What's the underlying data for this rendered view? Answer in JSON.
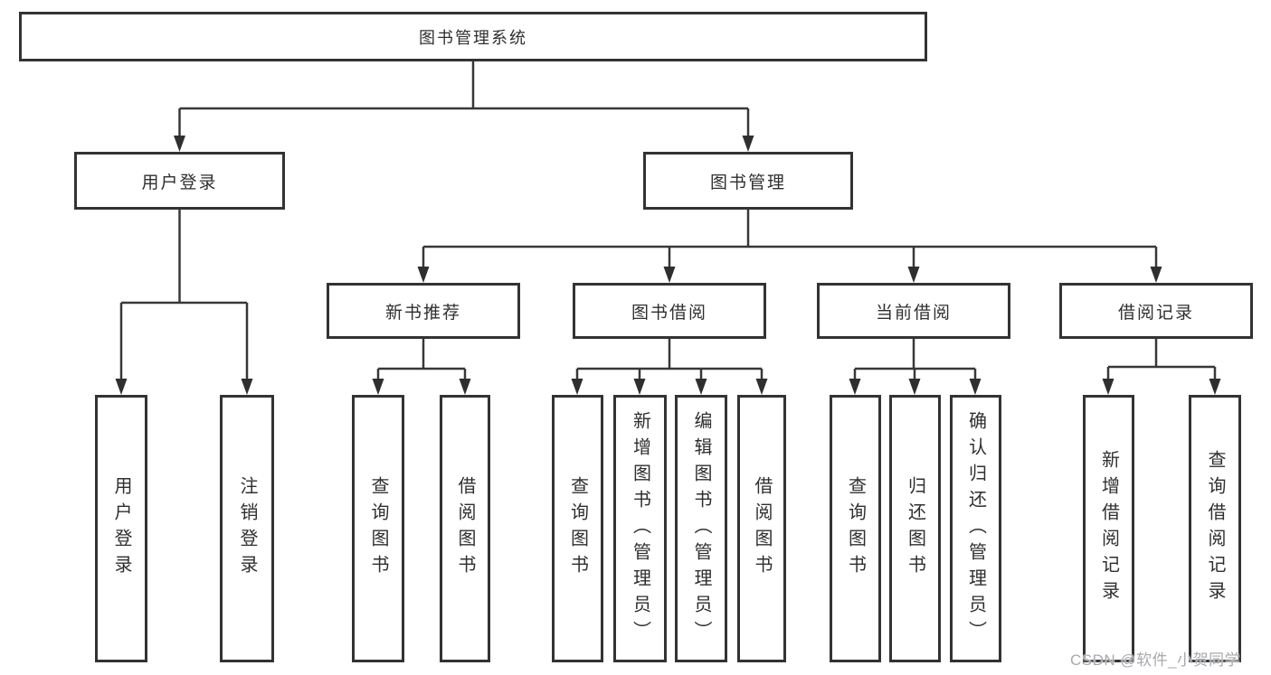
{
  "nodes": {
    "root": "图书管理系统",
    "level2": {
      "user_login": "用户登录",
      "book_management": "图书管理"
    },
    "level3": {
      "new_book_recommend": "新书推荐",
      "book_borrow": "图书借阅",
      "current_borrow": "当前借阅",
      "borrow_record": "借阅记录"
    },
    "leaves": {
      "login": [
        "用户登录",
        "注销登录"
      ],
      "recommend": [
        "查询图书",
        "借阅图书"
      ],
      "borrow": [
        "查询图书",
        "新增图书（管理员）",
        "编辑图书（管理员）",
        "借阅图书"
      ],
      "current": [
        "查询图书",
        "归还图书",
        "确认归还（管理员）"
      ],
      "record": [
        "新增借阅记录",
        "查询借阅记录"
      ]
    }
  },
  "watermark": {
    "text": "CSDN @软件_小贺同学"
  },
  "colors": {
    "line": "#383838",
    "border": "#333333",
    "text": "#2f2f2f",
    "watermark": "#a6a9ad",
    "background": "#ffffff"
  }
}
